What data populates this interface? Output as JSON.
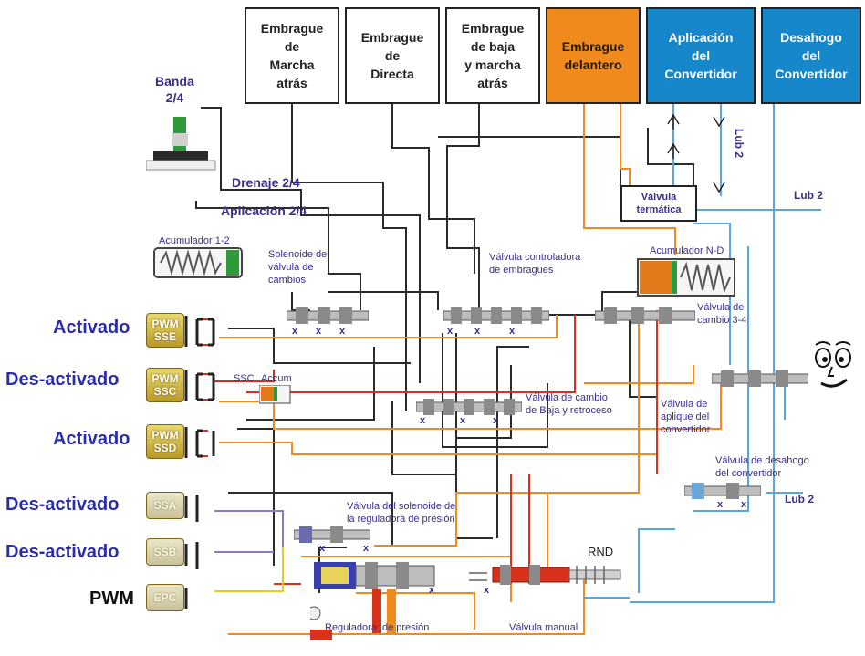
{
  "headers": {
    "marcha_atras": "Embrague\nde\nMarcha\natrás",
    "directa": "Embrague\nde\nDirecta",
    "baja_marcha_atras": "Embrague\nde baja\ny marcha\natrás",
    "delantero": "Embrague\ndelantero",
    "aplicacion_convertidor": "Aplicación\ndel\nConvertidor",
    "desahogo_convertidor": "Desahogo\ndel\nConvertidor"
  },
  "labels": {
    "banda": "Banda\n2/4",
    "drenaje": "Drenaje 2/4",
    "aplicacion": "Aplicación 2/4",
    "acumulador_12": "Acumulador 1-2",
    "solenoide_cambios": "Solenoide de\nválvula de\ncambios",
    "valvula_controladora": "Válvula controladora\nde embragues",
    "acumulador_nd": "Acumulador N-D",
    "valvula_cambio_34": "Válvula de\ncambio 3-4",
    "valvula_termica": "Válvula\ntermática",
    "lub2_a": "Lub 2",
    "lub2_b": "Lub 2",
    "lub2_c": "Lub 2",
    "ssc": "SSC",
    "accum": "Accum",
    "valvula_baja_retroceso": "Válvula de cambio\nde Baja y retroceso",
    "valvula_aplique": "Válvula de\naplique del\nconvertidor",
    "valvula_desahogo": "Válvula de desahogo\ndel convertidor",
    "valvula_solenoide_reguladora": "Válvula del solenoide de\nla reguladora de presión",
    "rnd": "RND",
    "reguladora": "Reguladora  de presión",
    "valvula_manual": "Válvula manual",
    "x": "x"
  },
  "states": {
    "sse": "Activado",
    "ssc": "Des-activado",
    "ssd": "Activado",
    "ssa": "Des-activado",
    "ssb": "Des-activado",
    "epc": "PWM"
  },
  "solenoids": {
    "pwm": "PWM",
    "sse": "SSE",
    "ssc": "SSC",
    "ssd": "SSD",
    "ssa": "SSA",
    "ssb": "SSB",
    "epc": "EPC"
  },
  "colors": {
    "orange": "#f08a1c",
    "blue": "#1787cc",
    "label": "#3a2f8c",
    "state": "#2a2ea6",
    "red": "#d9321c",
    "line_blue": "#59a7e0"
  }
}
